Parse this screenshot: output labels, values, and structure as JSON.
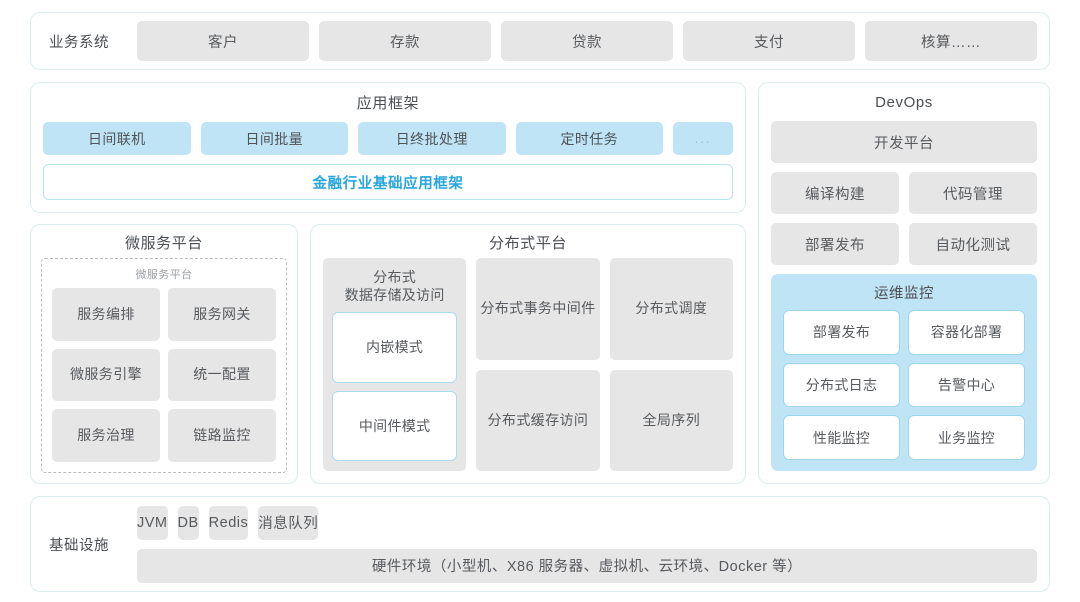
{
  "business_row": {
    "label": "业务系统",
    "items": [
      "客户",
      "存款",
      "贷款",
      "支付",
      "核算……"
    ]
  },
  "app_framework": {
    "title": "应用框架",
    "chips": [
      "日间联机",
      "日间批量",
      "日终批处理",
      "定时任务"
    ],
    "ellipsis_chip": "...",
    "framework_bar": "金融行业基础应用框架"
  },
  "microservice_platform": {
    "title": "微服务平台",
    "inner_title": "微服务平台",
    "items": [
      "服务编排",
      "服务网关",
      "微服务引擎",
      "统一配置",
      "服务治理",
      "链路监控"
    ]
  },
  "distributed_platform": {
    "title": "分布式平台",
    "storage": {
      "title": "分布式\n数据存储及访问",
      "title_line1": "分布式",
      "title_line2": "数据存储及访问",
      "modes": [
        "内嵌模式",
        "中间件模式"
      ]
    },
    "cells": [
      {
        "line1": "分布式",
        "line2": "事务中间件"
      },
      {
        "line1": "分布式调度",
        "line2": ""
      },
      {
        "line1": "分布式",
        "line2": "缓存访问"
      },
      {
        "line1": "全局序列",
        "line2": ""
      }
    ]
  },
  "devops": {
    "title": "DevOps",
    "full_width_item": "开发平台",
    "pairs": [
      [
        "编译构建",
        "代码管理"
      ],
      [
        "部署发布",
        "自动化测试"
      ]
    ],
    "ops_monitor": {
      "title": "运维监控",
      "items": [
        "部署发布",
        "容器化部署",
        "分布式日志",
        "告警中心",
        "性能监控",
        "业务监控"
      ]
    }
  },
  "infrastructure": {
    "label": "基础设施",
    "items": [
      "JVM",
      "DB",
      "Redis",
      "消息队列"
    ],
    "hardware": "硬件环境（小型机、X86 服务器、虚拟机、云环境、Docker 等）"
  },
  "colors": {
    "panel_border": "#dcecef",
    "gray_chip": "#e6e6e6",
    "blue_chip": "#bfe4f6",
    "accent_text": "#29a6dd",
    "body_text": "#575a5e"
  }
}
